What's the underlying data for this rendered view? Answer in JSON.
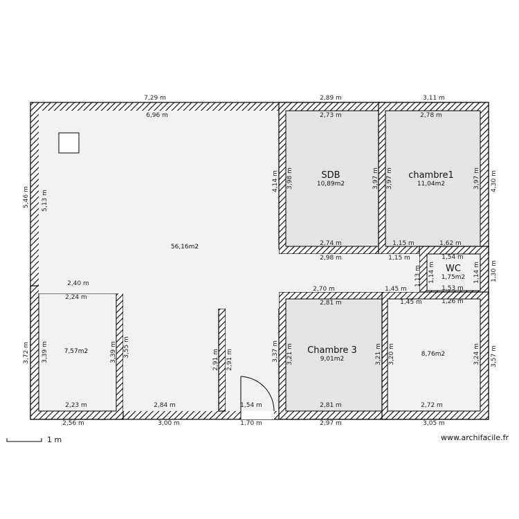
{
  "rooms": {
    "main": {
      "area": "56,16m2"
    },
    "sdb": {
      "name": "SDB",
      "area": "10,89m2"
    },
    "chambre1": {
      "name": "chambre1",
      "area": "11,04m2"
    },
    "wc": {
      "name": "WC",
      "area": "1,75m2"
    },
    "room_left": {
      "area": "7,57m2"
    },
    "chambre3": {
      "name": "Chambre 3",
      "area": "9,01m2"
    },
    "room_right": {
      "area": "8,76m2"
    }
  },
  "dimensions": {
    "top_outer_1": "7,29 m",
    "top_outer_2": "2,89 m",
    "top_outer_3": "3,11 m",
    "top_inner_main": "6,96 m",
    "top_inner_sdb": "2,73 m",
    "top_inner_ch1": "2,78 m",
    "left_outer_upper": "5,46 m",
    "left_inner_upper": "5,13 m",
    "left_outer_lower": "3,72 m",
    "sdb_left_outer": "4,14 m",
    "sdb_left_inner": "3,98 m",
    "sdb_right_inner": "3,97 m",
    "ch1_left_inner": "3,97 m",
    "ch1_right_inner": "3,97 m",
    "right_outer_upper": "4,30 m",
    "sdb_bottom_inner": "2,74 m",
    "sdb_bottom_outer": "2,98 m",
    "ch1_bottom_a": "1,15 m",
    "ch1_bottom_b": "1,62 m",
    "corridor_wall": "1,15 m",
    "wc_top": "1,54 m",
    "wc_bottom": "1,53 m",
    "wc_left_a": "1,13 m",
    "wc_left_b": "1,14 m",
    "wc_right": "1,14 m",
    "right_outer_mid": "1,30 m",
    "left_room_top_outer": "2,40 m",
    "left_room_top_inner": "2,24 m",
    "left_room_left_inner": "3,39 m",
    "left_room_right_inner": "3,39 m",
    "left_room_right_outer": "3,55 m",
    "left_room_bottom_inner": "2,23 m",
    "ch3_top_outer": "2,70 m",
    "ch3_top_right": "1,45 m",
    "ch3_top_inner": "2,81 m",
    "right_room_top_a": "1,45 m",
    "right_room_top_b": "1,26 m",
    "ch3_left_outer": "3,37 m",
    "ch3_left_inner": "3,21 m",
    "ch3_right_inner": "3,21 m",
    "right_room_left_inner": "3,20 m",
    "right_room_right_inner": "3,24 m",
    "right_outer_lower": "3,57 m",
    "partition_left": "2,91 m",
    "partition_right": "2,91 m",
    "corridor_bottom_inner": "2,84 m",
    "door_width": "1,54 m",
    "ch3_bottom_inner": "2,81 m",
    "right_room_bottom_inner": "2,72 m",
    "bottom_outer_1": "2,56 m",
    "bottom_outer_2": "3,00 m",
    "bottom_outer_3": "1,70 m",
    "bottom_outer_4": "2,97 m",
    "bottom_outer_5": "3,05 m"
  },
  "scale": {
    "label": "1 m"
  },
  "credit": "www.archifacile.fr"
}
